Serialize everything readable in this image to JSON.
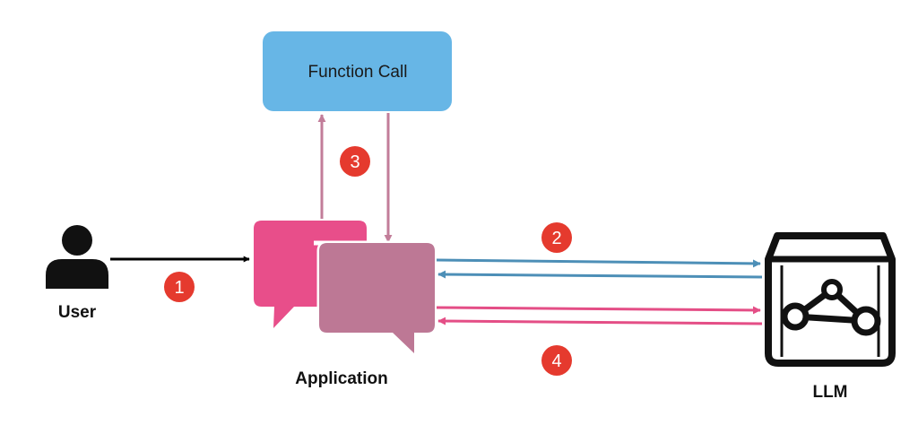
{
  "labels": {
    "function_call": "Function Call",
    "user": "User",
    "application": "Application",
    "llm": "LLM"
  },
  "steps": [
    "1",
    "2",
    "3",
    "4"
  ],
  "colors": {
    "function_call_box": "#67b6e6",
    "app_bubble_front": "#e84e8a",
    "app_bubble_back": "#bd7895",
    "arrow_user": "#000000",
    "arrow_function": "#c27d99",
    "arrow_blue": "#4d8fb7",
    "arrow_pink": "#e44e86",
    "step_badge": "#e53a2e",
    "icon": "#111111"
  },
  "icons": {
    "user": "user-icon",
    "llm": "llm-box-icon",
    "application": "chat-bubbles-icon"
  }
}
